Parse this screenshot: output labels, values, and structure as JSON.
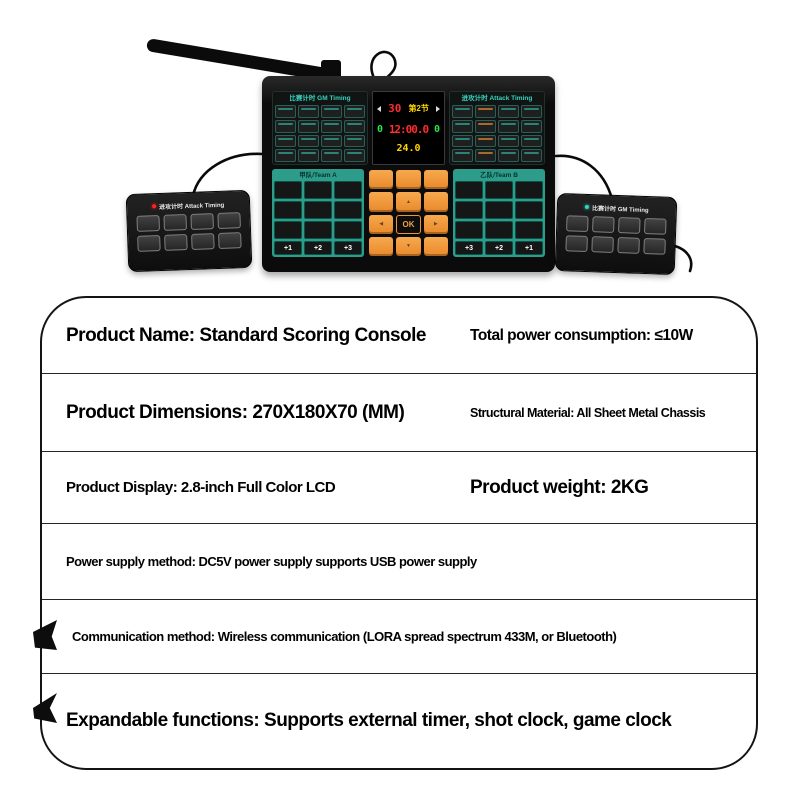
{
  "device": {
    "console": {
      "left_panel_header": "比赛计时 GM Timing",
      "right_panel_header": "进攻计时 Attack Timing",
      "team_a_header": "甲队/Team A",
      "team_b_header": "乙队/Team B",
      "ok_label": "OK",
      "team_a_score_buttons": [
        "+1",
        "+2",
        "+3"
      ],
      "team_b_score_buttons": [
        "+3",
        "+2",
        "+1"
      ],
      "display": {
        "shot_value": "30",
        "period": "第2节",
        "home_score": "0",
        "away_score": "0",
        "game_time": "12:00.0",
        "shot_clock": "24.0"
      }
    },
    "left_keypad_label": "进攻计时 Attack Timing",
    "right_keypad_label": "比赛计时 GM Timing"
  },
  "icons": {
    "up": "▲",
    "left": "◀",
    "right": "▶",
    "down": "▼"
  },
  "colors": {
    "teal_accent": "#2fa596",
    "orange_key": "#ef9433",
    "team_panel_green": "#2d9c8a",
    "display_red": "#ff2d2d",
    "display_yellow": "#ffd400",
    "display_green": "#2ee24b",
    "led_red": "#ff2222"
  },
  "specs": {
    "row1_left": "Product Name: Standard Scoring Console",
    "row1_right": "Total power consumption: ≤10W",
    "row2_left": "Product Dimensions: 270X180X70 (MM)",
    "row2_right": "Structural Material: All Sheet Metal Chassis",
    "row3_left": "Product Display: 2.8-inch Full Color LCD",
    "row3_right": "Product weight: 2KG",
    "row4": "Power supply method: DC5V power supply supports USB power supply",
    "row5": "Communication method: Wireless communication (LORA spread spectrum 433M, or Bluetooth)",
    "row6": "Expandable functions: Supports external timer, shot clock, game clock"
  }
}
